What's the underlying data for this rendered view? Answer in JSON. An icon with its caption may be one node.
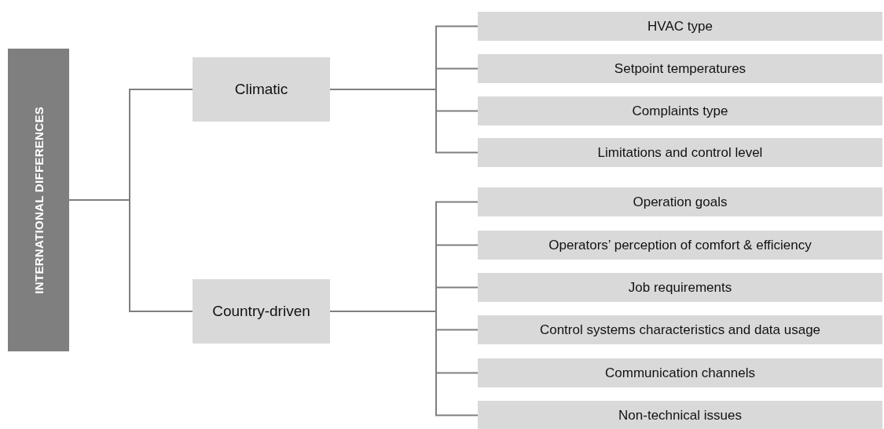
{
  "diagram": {
    "nodes": [
      {
        "text": [
          "INTERNATIONAL DIFFERENCES"
        ]
      },
      {
        "text": [
          "Climatic"
        ]
      },
      {
        "text": [
          "HVAC type"
        ]
      },
      {
        "text": [
          "Setpoint temperatures"
        ]
      },
      {
        "text": [
          "Complaints type"
        ]
      },
      {
        "text": [
          "Limitations and control level"
        ]
      },
      {
        "text": [
          "Country-driven"
        ]
      },
      {
        "text": [
          "Operation goals"
        ]
      },
      {
        "text": [
          "Operators’ perception of comfort & efficiency"
        ]
      },
      {
        "text": [
          "Job requirements"
        ]
      },
      {
        "text": [
          "Control systems characteristics and data usage"
        ]
      },
      {
        "text": [
          "Communication channels"
        ]
      },
      {
        "text": [
          "Non-technical issues"
        ]
      }
    ],
    "edges": [
      {
        "from": 0,
        "to": 1,
        "arrow": "none"
      },
      {
        "from": 0,
        "to": 6,
        "arrow": "none"
      },
      {
        "from": 1,
        "to": 2,
        "arrow": "none"
      },
      {
        "from": 1,
        "to": 3,
        "arrow": "none"
      },
      {
        "from": 1,
        "to": 4,
        "arrow": "none"
      },
      {
        "from": 1,
        "to": 5,
        "arrow": "none"
      },
      {
        "from": 6,
        "to": 7,
        "arrow": "none"
      },
      {
        "from": 6,
        "to": 8,
        "arrow": "none"
      },
      {
        "from": 6,
        "to": 9,
        "arrow": "none"
      },
      {
        "from": 6,
        "to": 10,
        "arrow": "none"
      },
      {
        "from": 6,
        "to": 11,
        "arrow": "none"
      },
      {
        "from": 6,
        "to": 12,
        "arrow": "none"
      }
    ]
  }
}
